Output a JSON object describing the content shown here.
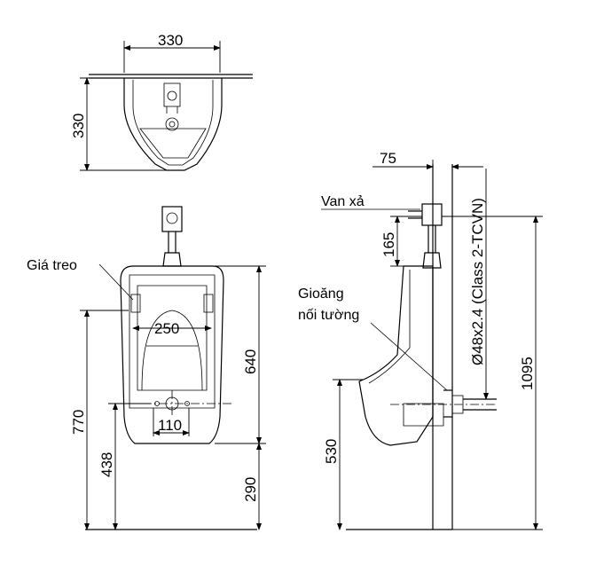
{
  "dimensions": {
    "top_width": "330",
    "top_depth": "330",
    "inner_width": "250",
    "outlet_spacing": "110",
    "body_height": "640",
    "rim_height": "770",
    "outlet_height": "438",
    "bottom_clearance": "290",
    "valve_offset": "75",
    "valve_drop": "165",
    "pipe_spec": "Ø48x2.4 (Class 2-TCVN)",
    "outlet_height_side": "530",
    "valve_height": "1095"
  },
  "labels": {
    "bracket": "Giá treo",
    "valve": "Van xả",
    "gasket_line1": "Gioăng",
    "gasket_line2": "nối tường"
  }
}
